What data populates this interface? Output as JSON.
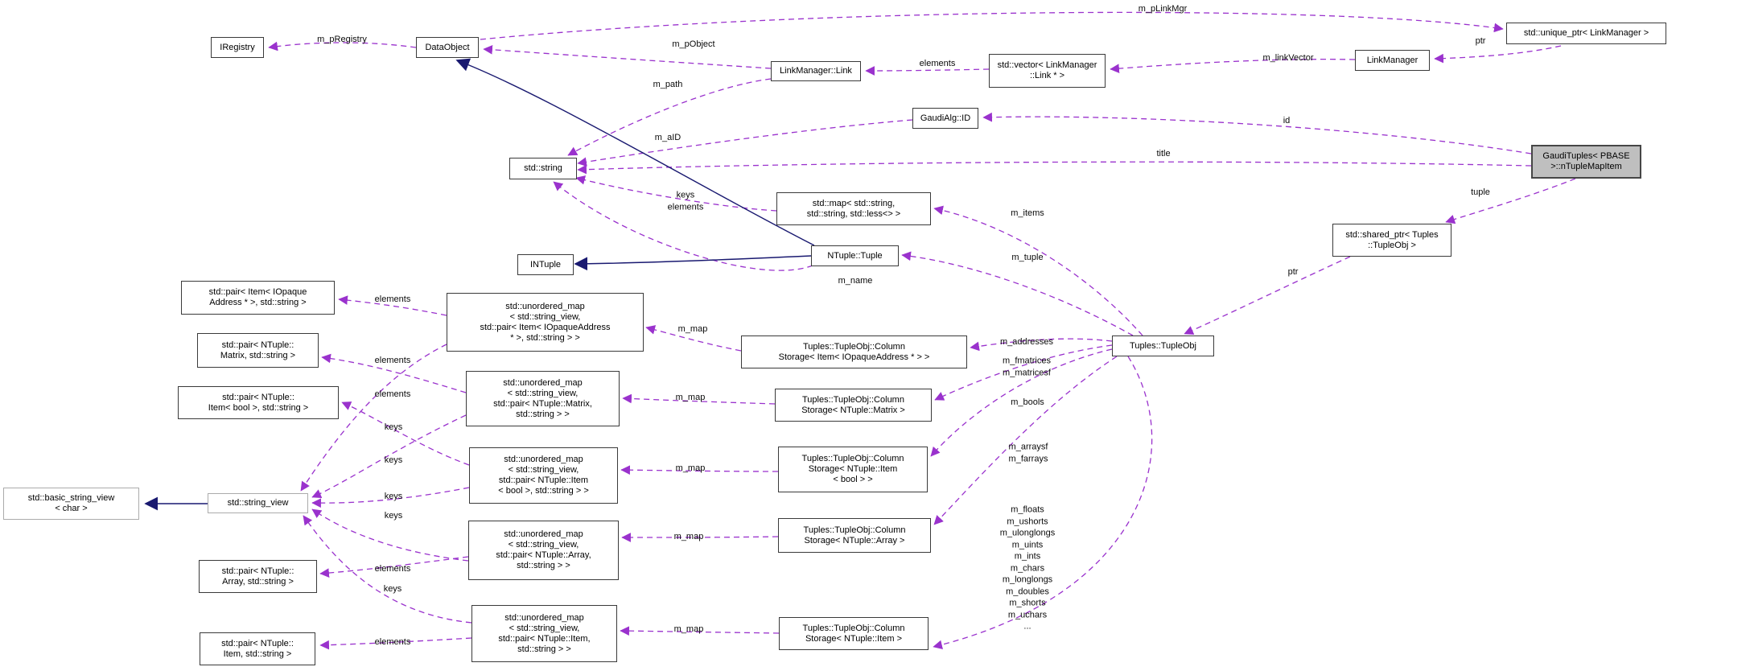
{
  "diagram": {
    "type": "class-collaboration-graph",
    "colors": {
      "dashed_edge": "#9a32cd",
      "solid_edge": "#191970",
      "node_background": "#ffffff",
      "node_border": "#3a3a3a",
      "highlight_background": "#bfbfbf",
      "muted_border": "#ababab"
    },
    "nodes": [
      {
        "id": "iregistry",
        "label": "IRegistry"
      },
      {
        "id": "dataobject",
        "label": "DataObject"
      },
      {
        "id": "linkmanager-link",
        "label": "LinkManager::Link"
      },
      {
        "id": "vector-linkmanager-link",
        "label": "std::vector< LinkManager\n::Link * >"
      },
      {
        "id": "linkmanager",
        "label": "LinkManager"
      },
      {
        "id": "unique-ptr-linkmanager",
        "label": "std::unique_ptr< LinkManager >"
      },
      {
        "id": "gaudialg-id",
        "label": "GaudiAlg::ID"
      },
      {
        "id": "gaudituples-ntuplemapitem",
        "label": "GaudiTuples< PBASE\n>::nTupleMapItem"
      },
      {
        "id": "std-string",
        "label": "std::string"
      },
      {
        "id": "std-map",
        "label": "std::map< std::string,\nstd::string, std::less<> >"
      },
      {
        "id": "intuple",
        "label": "INTuple"
      },
      {
        "id": "ntuple-tuple",
        "label": "NTuple::Tuple"
      },
      {
        "id": "shared-ptr-tupleobj",
        "label": "std::shared_ptr< Tuples\n::TupleObj >"
      },
      {
        "id": "tuples-tupleobj",
        "label": "Tuples::TupleObj"
      },
      {
        "id": "pair-item-iopaque",
        "label": "std::pair< Item< IOpaque\nAddress * >, std::string >"
      },
      {
        "id": "umap-iopaque",
        "label": "std::unordered_map\n< std::string_view,\nstd::pair< Item< IOpaqueAddress\n* >, std::string > >"
      },
      {
        "id": "colstorage-iopaque",
        "label": "Tuples::TupleObj::Column\nStorage< Item< IOpaqueAddress * > >"
      },
      {
        "id": "pair-matrix",
        "label": "std::pair< NTuple::\nMatrix, std::string >"
      },
      {
        "id": "umap-matrix",
        "label": "std::unordered_map\n< std::string_view,\nstd::pair< NTuple::Matrix,\nstd::string > >"
      },
      {
        "id": "colstorage-matrix",
        "label": "Tuples::TupleObj::Column\nStorage< NTuple::Matrix >"
      },
      {
        "id": "pair-item-bool",
        "label": "std::pair< NTuple::\nItem< bool >, std::string >"
      },
      {
        "id": "umap-item-bool",
        "label": "std::unordered_map\n< std::string_view,\nstd::pair< NTuple::Item\n< bool >, std::string > >"
      },
      {
        "id": "colstorage-item-bool",
        "label": "Tuples::TupleObj::Column\nStorage< NTuple::Item\n< bool > >"
      },
      {
        "id": "basic-string-view",
        "label": "std::basic_string_view\n< char >"
      },
      {
        "id": "string-view",
        "label": "std::string_view"
      },
      {
        "id": "umap-array",
        "label": "std::unordered_map\n< std::string_view,\nstd::pair< NTuple::Array,\nstd::string > >"
      },
      {
        "id": "colstorage-array",
        "label": "Tuples::TupleObj::Column\nStorage< NTuple::Array >"
      },
      {
        "id": "pair-array",
        "label": "std::pair< NTuple::\nArray, std::string >"
      },
      {
        "id": "umap-item",
        "label": "std::unordered_map\n< std::string_view,\nstd::pair< NTuple::Item,\nstd::string > >"
      },
      {
        "id": "colstorage-item",
        "label": "Tuples::TupleObj::Column\nStorage< NTuple::Item >"
      },
      {
        "id": "pair-item",
        "label": "std::pair< NTuple::\nItem, std::string >"
      }
    ],
    "edge_labels": [
      {
        "text": "m_pRegistry"
      },
      {
        "text": "m_pObject"
      },
      {
        "text": "m_pLinkMgr"
      },
      {
        "text": "elements"
      },
      {
        "text": "m_linkVector"
      },
      {
        "text": "ptr"
      },
      {
        "text": "id"
      },
      {
        "text": "title"
      },
      {
        "text": "m_path"
      },
      {
        "text": "m_aID"
      },
      {
        "text": "keys\nelements"
      },
      {
        "text": "m_items"
      },
      {
        "text": "m_tuple"
      },
      {
        "text": "m_name"
      },
      {
        "text": "tuple"
      },
      {
        "text": "ptr"
      },
      {
        "text": "elements"
      },
      {
        "text": "m_map"
      },
      {
        "text": "m_addresses"
      },
      {
        "text": "m_fmatrices\nm_matricesf"
      },
      {
        "text": "elements"
      },
      {
        "text": "m_map"
      },
      {
        "text": "m_bools"
      },
      {
        "text": "elements"
      },
      {
        "text": "m_map"
      },
      {
        "text": "m_arraysf\nm_farrays"
      },
      {
        "text": "keys"
      },
      {
        "text": "keys"
      },
      {
        "text": "keys"
      },
      {
        "text": "keys"
      },
      {
        "text": "m_map"
      },
      {
        "text": "elements"
      },
      {
        "text": "keys"
      },
      {
        "text": "m_floats\nm_ushorts\nm_ulonglongs\nm_uints\nm_ints\nm_chars\nm_longlongs\nm_doubles\nm_shorts\nm_uchars\n..."
      },
      {
        "text": "m_map"
      },
      {
        "text": "elements"
      }
    ]
  }
}
